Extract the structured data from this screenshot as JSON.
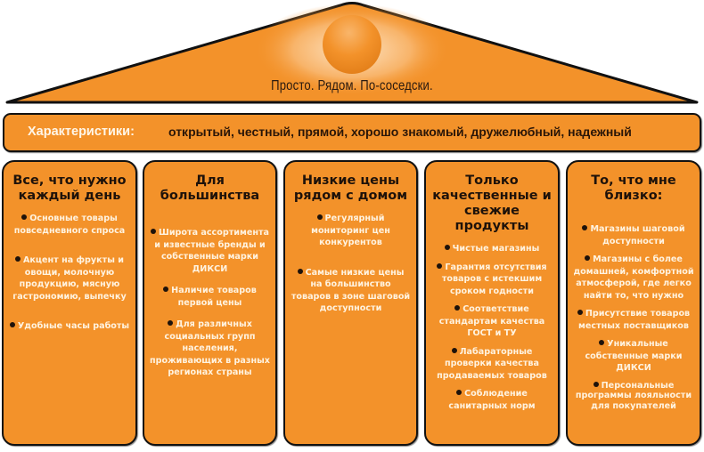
{
  "roof": {
    "slogan": "Просто. Рядом. По-соседски.",
    "icon": "orange-sphere-icon",
    "colors": {
      "fill": "#f3922a",
      "outline": "#111111",
      "glow": "#fde0bd"
    }
  },
  "characteristics": {
    "label": "Характеристики:",
    "value": "открытый, честный, прямой, хорошо знакомый, дружелюбный, надежный"
  },
  "columns": [
    {
      "title": "Все, что нужно каждый день",
      "items": [
        "Основные товары повседневного спроса",
        "Акцент на фрукты и овощи, молочную продукцию, мясную гастрономию, выпечку",
        "Удобные часы работы"
      ]
    },
    {
      "title": "Для большинства",
      "items": [
        "Широта ассортимента и известные бренды и собственные марки ДИКСИ",
        "Наличие товаров первой цены",
        "Для различных социальных групп населения, проживающих в разных регионах страны"
      ]
    },
    {
      "title": "Низкие цены рядом с домом",
      "items": [
        "Регулярный мониторинг цен конкурентов",
        "Самые низкие цены на большинство товаров в зоне шаговой доступности"
      ]
    },
    {
      "title": "Только качественные и свежие продукты",
      "items": [
        "Чистые магазины",
        "Гарантия отсутствия товаров с истекшим сроком годности",
        "Соответствие стандартам качества ГОСТ и ТУ",
        "Лабараторные проверки качества продаваемых товаров",
        "Соблюдение санитарных норм"
      ]
    },
    {
      "title": "То, что мне близко:",
      "items": [
        "Магазины шаговой доступности",
        "Магазины с более домашней, комфортной атмосферой, где легко найти то, что нужно",
        "Присутствие товаров местных поставщиков",
        "Уникальные собственные марки ДИКСИ",
        "Персональные программы лояльности для покупателей"
      ]
    }
  ]
}
